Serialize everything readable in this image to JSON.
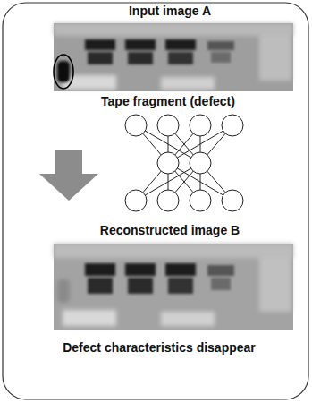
{
  "diagram": {
    "labels": [
      "Input image A",
      "Tape fragment (defect)",
      "Reconstructed image B",
      "Defect characteristics disappear"
    ]
  }
}
